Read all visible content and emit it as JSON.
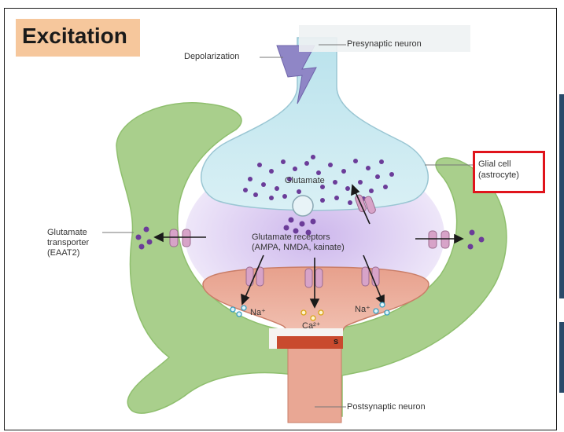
{
  "title": "Excitation",
  "labels": {
    "depolarization": "Depolarization",
    "presynaptic": "Presynaptic neuron",
    "glial_line1": "Glial cell",
    "glial_line2": "(astrocyte)",
    "glutamate": "Glutamate",
    "transporter_line1": "Glutamate",
    "transporter_line2": "transporter",
    "transporter_line3": "(EAAT2)",
    "receptors_line1": "Glutamate receptors",
    "receptors_line2": "(AMPA, NMDA, kainate)",
    "na_left": "Na⁺",
    "na_right": "Na⁺",
    "ca": "Ca²⁺",
    "postsynaptic": "Postsynaptic neuron",
    "obscured_letter": "s"
  },
  "colors": {
    "glial": "#a9cf8c",
    "presynaptic": "#c4e6ef",
    "cleft": "#ddd0f0",
    "postsynaptic": "#e9a794",
    "glutamate_dot": "#6b3c99",
    "highlight": "#e0141c",
    "title_bg": "#f6c79c"
  }
}
